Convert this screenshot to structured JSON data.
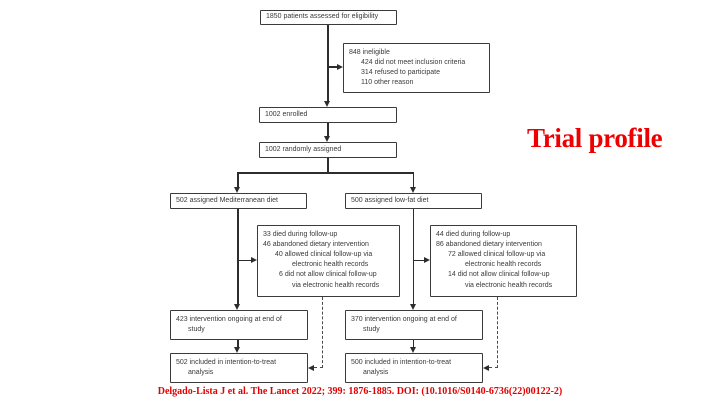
{
  "slide": {
    "title": "Trial profile",
    "citation": "Delgado-Lista J et al. The Lancet 2022; 399: 1876-1885. DOI: (10.1016/S0140-6736(22)00122-2)",
    "colors": {
      "accent_red_title": "#ee0000",
      "accent_red_citation": "#e30000",
      "box_border": "#3b3b3b",
      "box_text": "#3a3a3a",
      "connector": "#2d2d2d",
      "background": "#ffffff"
    }
  },
  "flow": {
    "assessed": {
      "lines": [
        "1850 patients assessed for eligibility"
      ]
    },
    "ineligible": {
      "lines": [
        "848 ineligible",
        "424 did not meet inclusion criteria",
        "314 refused to participate",
        "110 other reason"
      ]
    },
    "enrolled": {
      "lines": [
        "1002 enrolled"
      ]
    },
    "randomized": {
      "lines": [
        "1002 randomly assigned"
      ]
    },
    "arm_med": {
      "lines": [
        "502 assigned Mediterranean diet"
      ]
    },
    "arm_lowfat": {
      "lines": [
        "500 assigned low-fat diet"
      ]
    },
    "excl_med": {
      "lines": [
        "33 died during follow-up",
        "46 abandoned dietary intervention",
        "40 allowed clinical follow-up via",
        "electronic health records",
        "6 did not allow clinical follow-up",
        "via electronic health records"
      ]
    },
    "excl_lowfat": {
      "lines": [
        "44 died during follow-up",
        "86 abandoned dietary intervention",
        "72 allowed clinical follow-up via",
        "electronic health records",
        "14 did not allow clinical follow-up",
        "via electronic health records"
      ]
    },
    "ongoing_med": {
      "lines": [
        "423 intervention ongoing at end of",
        "study"
      ]
    },
    "ongoing_lowfat": {
      "lines": [
        "370 intervention ongoing at end of",
        "study"
      ]
    },
    "itt_med": {
      "lines": [
        "502 included in intention-to-treat",
        "analysis"
      ]
    },
    "itt_lowfat": {
      "lines": [
        "500 included in intention-to-treat",
        "analysis"
      ]
    }
  }
}
